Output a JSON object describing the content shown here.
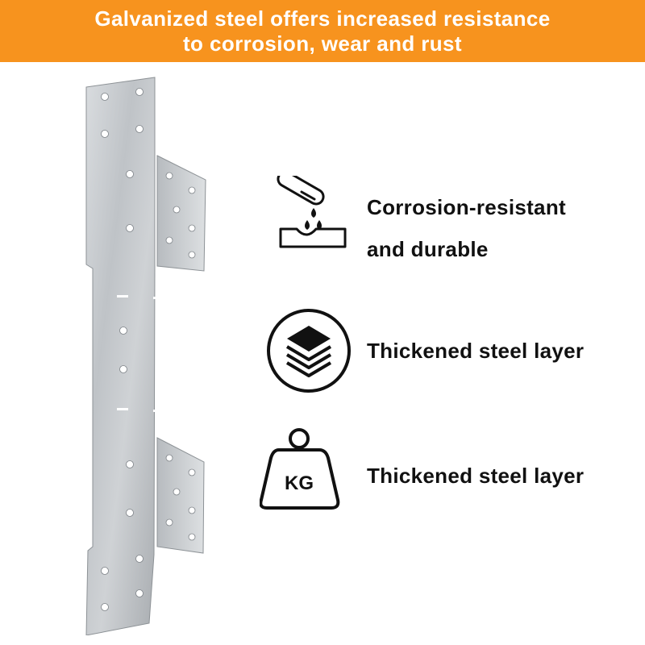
{
  "banner": {
    "line1": "Galvanized steel offers increased resistance",
    "line2": "to corrosion, wear and rust",
    "color": "#f7931e"
  },
  "product": {
    "icon": "galvanized-steel-bracket"
  },
  "features": [
    {
      "icon": "test-tube-drop-icon",
      "line1": "Corrosion-resistant",
      "line2": "and durable"
    },
    {
      "icon": "layers-icon",
      "label": "Thickened steel layer"
    },
    {
      "icon": "weight-icon",
      "label": "Thickened steel layer",
      "icon_text": "KG"
    }
  ]
}
